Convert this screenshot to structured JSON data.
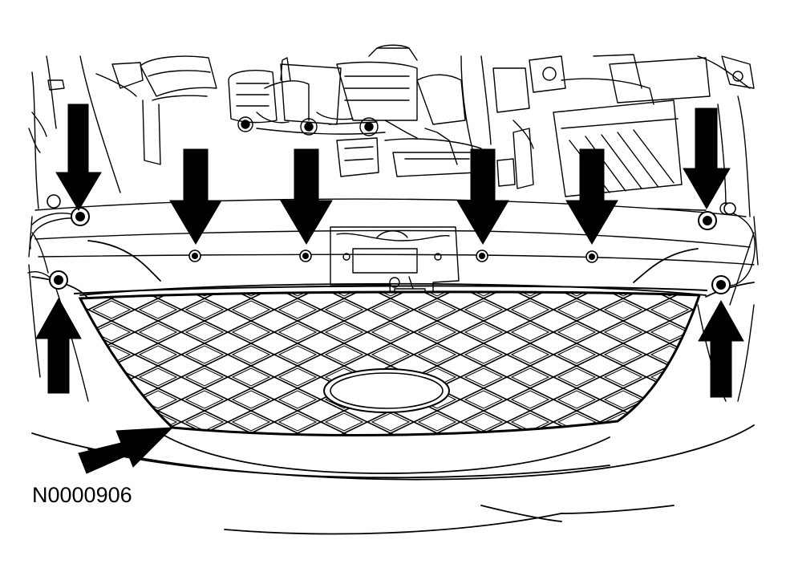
{
  "figure": {
    "label": "N0000906"
  },
  "colors": {
    "ink": "#000000",
    "paper": "#ffffff"
  },
  "fasteners": {
    "upper_row_count": 6,
    "lower_corner_count": 2
  }
}
